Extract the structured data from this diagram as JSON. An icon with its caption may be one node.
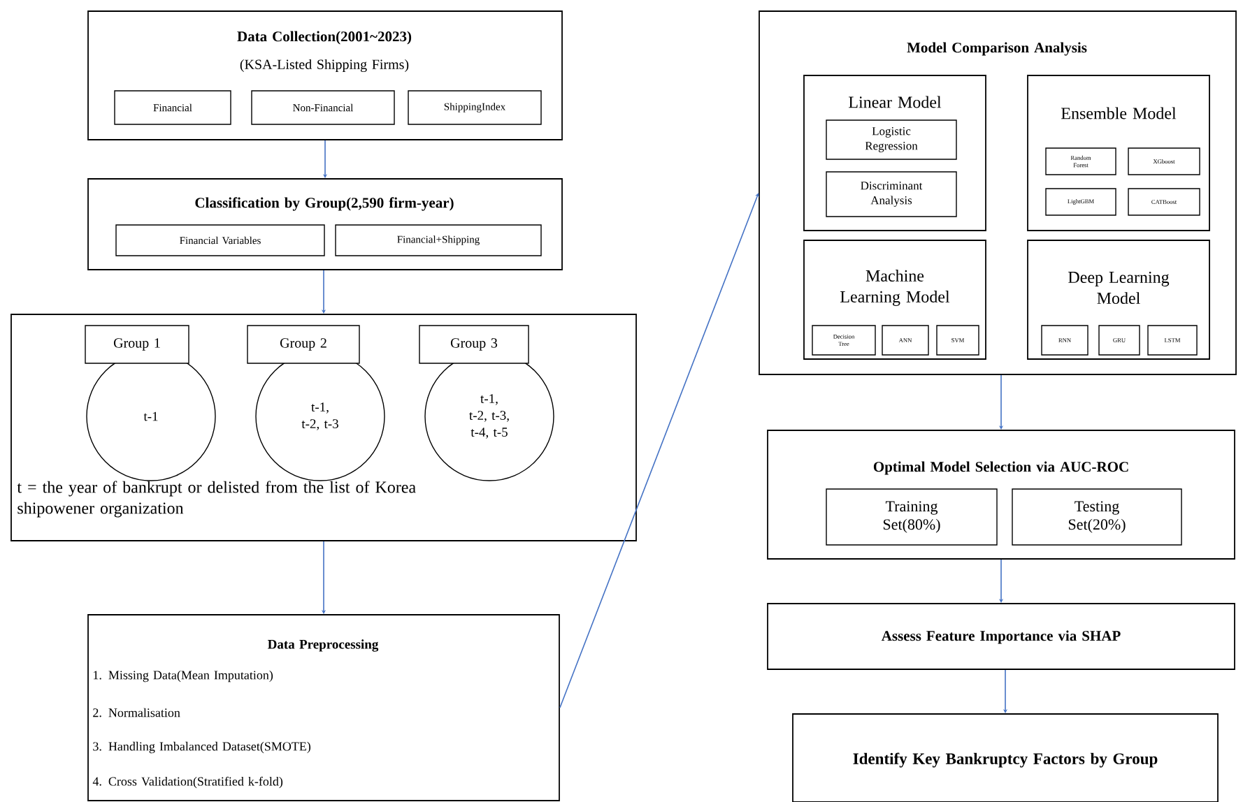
{
  "diagram": {
    "nodes": [
      {
        "text": [
          "Data Collection(2001~2023)",
          "(KSA-Listed Shipping Firms)"
        ]
      },
      {
        "text": [
          "Financial"
        ],
        "in": 0
      },
      {
        "text": [
          "Non-Financial"
        ],
        "in": 0
      },
      {
        "text": [
          "ShippingIndex"
        ],
        "in": 0
      },
      {
        "text": [
          "Classification by Group(2,590 firm-year)"
        ]
      },
      {
        "text": [
          "Financial Variables"
        ],
        "in": 4
      },
      {
        "text": [
          "Financial+Shipping"
        ],
        "in": 4
      },
      {
        "text": [
          "t = the year of bankrupt or delisted from the list of Korea shipowener organization"
        ]
      },
      {
        "text": [
          "Group 1"
        ],
        "in": 7
      },
      {
        "text": [
          "t-1"
        ],
        "in": 7
      },
      {
        "text": [
          "Group 2"
        ],
        "in": 7
      },
      {
        "text": [
          "t-1, t-2, t-3"
        ],
        "in": 7
      },
      {
        "text": [
          "Group 3"
        ],
        "in": 7
      },
      {
        "text": [
          "t-1, t-2, t-3, t-4, t-5"
        ],
        "in": 7
      },
      {
        "text": [
          "Data Preprocessing",
          "1. Missing Data(Mean Imputation)",
          "2. Normalisation",
          "3. Handling Imbalanced Dataset(SMOTE)",
          "4. Cross Validation(Stratified k-fold)"
        ]
      },
      {
        "text": [
          "Model Comparison Analysis"
        ]
      },
      {
        "text": [
          "Linear Model"
        ],
        "in": 15
      },
      {
        "text": [
          "Logistic Regression"
        ],
        "in": 16
      },
      {
        "text": [
          "Discriminant Analysis"
        ],
        "in": 16
      },
      {
        "text": [
          "Ensemble Model"
        ],
        "in": 15
      },
      {
        "text": [
          "Random Forest"
        ],
        "in": 19
      },
      {
        "text": [
          "XGboost"
        ],
        "in": 19
      },
      {
        "text": [
          "LightGBM"
        ],
        "in": 19
      },
      {
        "text": [
          "CATBoost"
        ],
        "in": 19
      },
      {
        "text": [
          "Machine Learning Model"
        ],
        "in": 15
      },
      {
        "text": [
          "Decision Tree"
        ],
        "in": 24
      },
      {
        "text": [
          "ANN"
        ],
        "in": 24
      },
      {
        "text": [
          "SVM"
        ],
        "in": 24
      },
      {
        "text": [
          "Deep Learning Model"
        ],
        "in": 15
      },
      {
        "text": [
          "RNN"
        ],
        "in": 28
      },
      {
        "text": [
          "GRU"
        ],
        "in": 28
      },
      {
        "text": [
          "LSTM"
        ],
        "in": 28
      },
      {
        "text": [
          "Optimal Model Selection via AUC-ROC"
        ]
      },
      {
        "text": [
          "Training Set(80%)"
        ],
        "in": 32
      },
      {
        "text": [
          "Testing Set(20%)"
        ],
        "in": 32
      },
      {
        "text": [
          "Assess Feature Importance via SHAP"
        ]
      },
      {
        "text": [
          "Identify Key Bankruptcy Factors by Group"
        ]
      }
    ],
    "edges": [
      {
        "from": 0,
        "to": 4,
        "arrow": "to"
      },
      {
        "from": 4,
        "to": 7,
        "arrow": "to"
      },
      {
        "from": 7,
        "to": 14,
        "arrow": "to"
      },
      {
        "from": 14,
        "to": 15,
        "arrow": "to"
      },
      {
        "from": 15,
        "to": 32,
        "arrow": "to"
      },
      {
        "from": 32,
        "to": 35,
        "arrow": "to"
      },
      {
        "from": 35,
        "to": 36,
        "arrow": "to"
      }
    ]
  }
}
